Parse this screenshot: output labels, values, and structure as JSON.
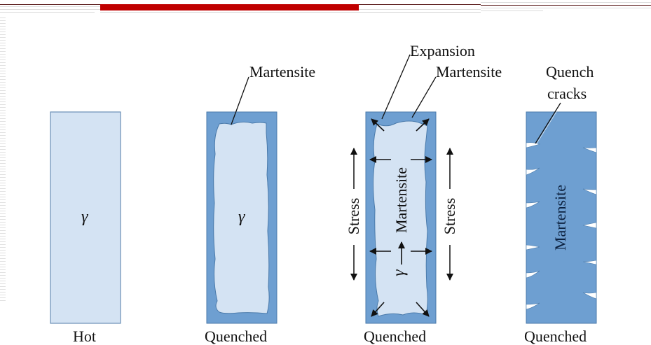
{
  "slide": {
    "accent_color": "#c00000",
    "header_line_color": "#5a1a1a"
  },
  "diagram": {
    "colors": {
      "austenite": "#d4e3f3",
      "martensite": "#6e9fd1",
      "outline": "#4a7aaa"
    },
    "panels": [
      {
        "caption": "Hot",
        "inner_label": "γ"
      },
      {
        "caption": "Quenched",
        "top_label": "Martensite",
        "inner_label": "γ"
      },
      {
        "caption": "Quenched",
        "top_labels": [
          "Expansion",
          "Martensite"
        ],
        "side_labels": [
          "Stress",
          "Stress"
        ],
        "inner_label_vertical": "Martensite",
        "inner_label": "γ"
      },
      {
        "caption": "Quenched",
        "top_label_line1": "Quench",
        "top_label_line2": "cracks",
        "inner_label_vertical": "Martensite"
      }
    ]
  }
}
